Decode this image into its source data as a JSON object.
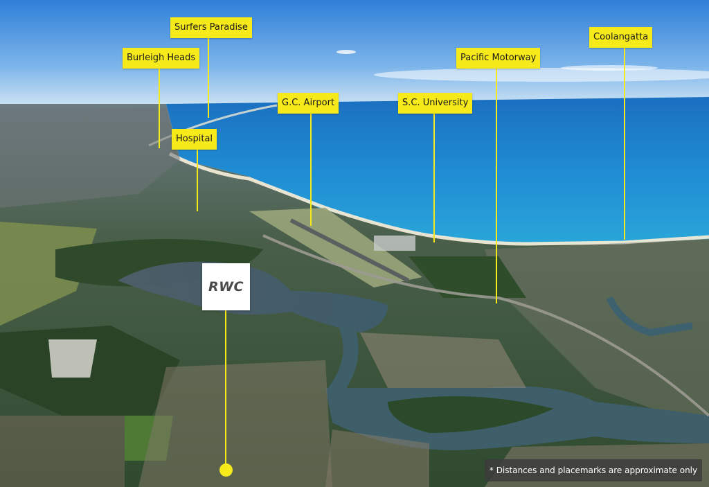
{
  "map": {
    "places": [
      {
        "id": "surfers-paradise",
        "label": "Surfers Paradise"
      },
      {
        "id": "burleigh-heads",
        "label": "Burleigh Heads"
      },
      {
        "id": "hospital",
        "label": "Hospital"
      },
      {
        "id": "gc-airport",
        "label": "G.C. Airport"
      },
      {
        "id": "sc-university",
        "label": "S.C. University"
      },
      {
        "id": "pacific-motorway",
        "label": "Pacific Motorway"
      },
      {
        "id": "coolangatta",
        "label": "Coolangatta"
      }
    ],
    "development_marker": {
      "label": "RWC"
    },
    "disclaimer": "* Distances and placemarks are approximate only",
    "colors": {
      "label_bg": "#f7ea1a",
      "ocean": "#1d8fd0",
      "sky": "#3a8fe0",
      "land": "#3b5a3a"
    }
  }
}
